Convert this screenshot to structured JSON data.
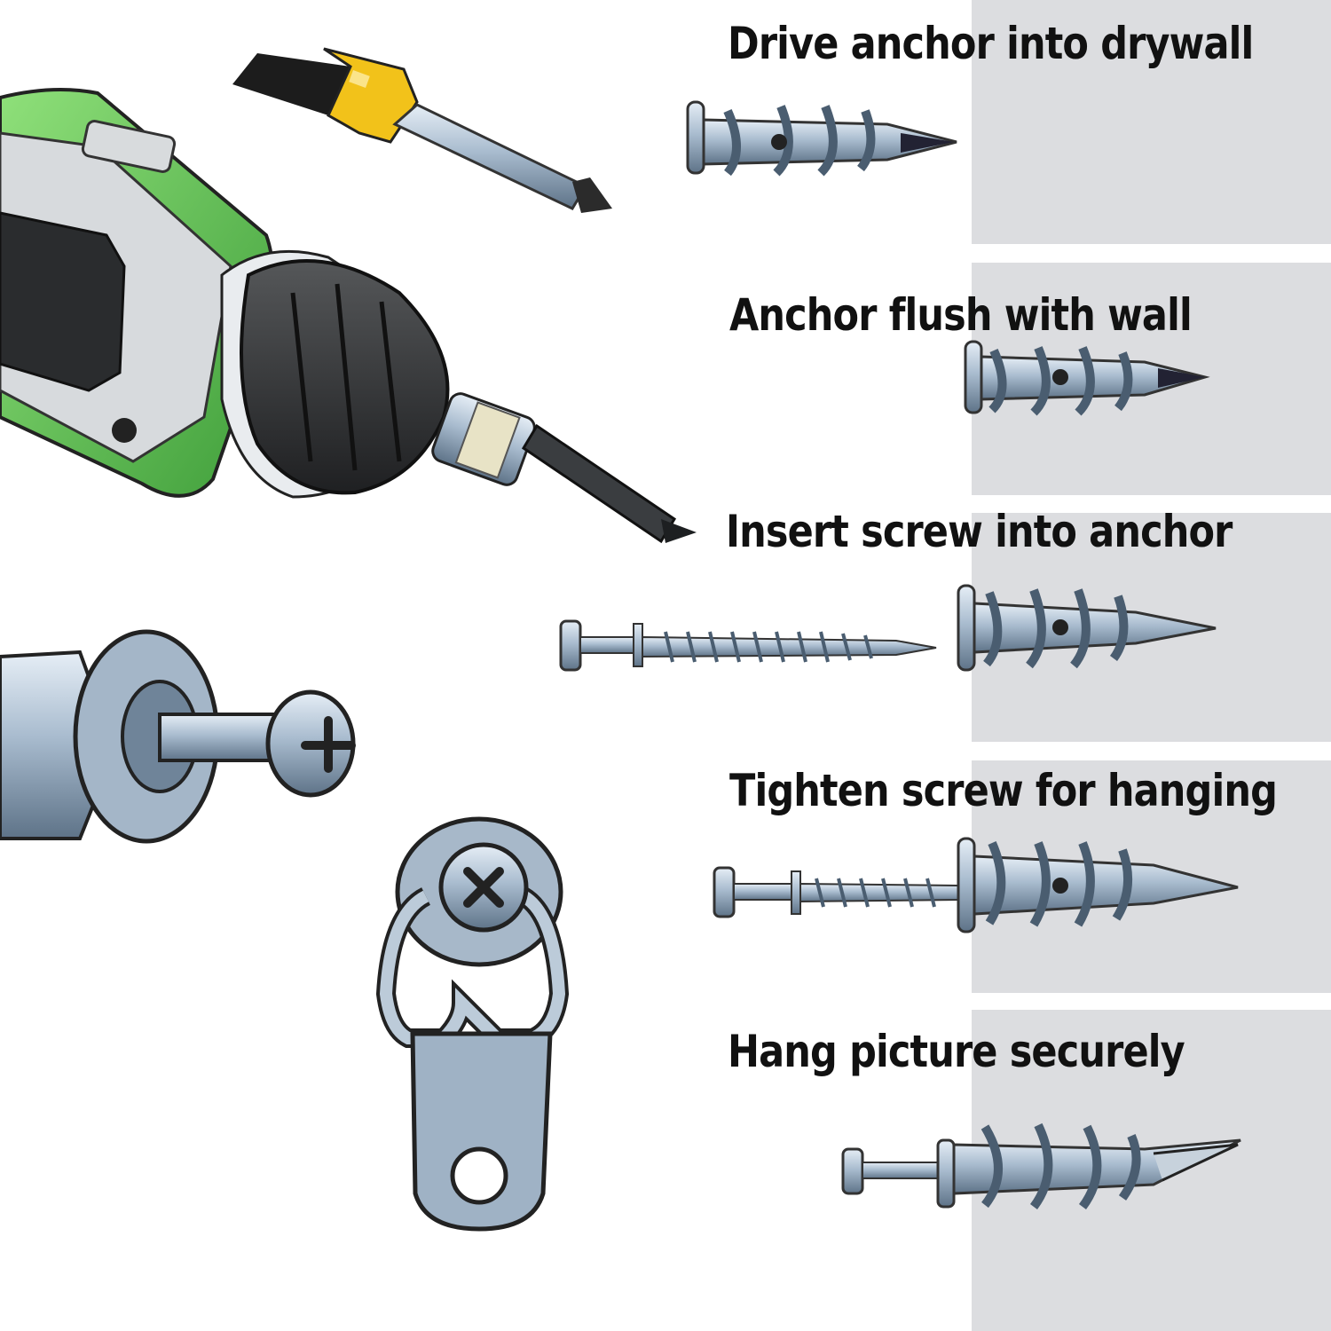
{
  "colors": {
    "wall": "#dcdde0",
    "wall_edge": "#ffffff",
    "drill_green": "#5fc454",
    "drill_dark": "#2f3133",
    "screwdriver_yellow": "#f2c21a",
    "metal": "#a9b9c9",
    "metal_dark": "#4a5d70"
  },
  "steps": [
    {
      "label": "Drive anchor into drywall"
    },
    {
      "label": "Anchor flush with wall"
    },
    {
      "label": "Insert screw into anchor"
    },
    {
      "label": "Tighten screw for hanging"
    },
    {
      "label": "Hang picture securely"
    }
  ]
}
